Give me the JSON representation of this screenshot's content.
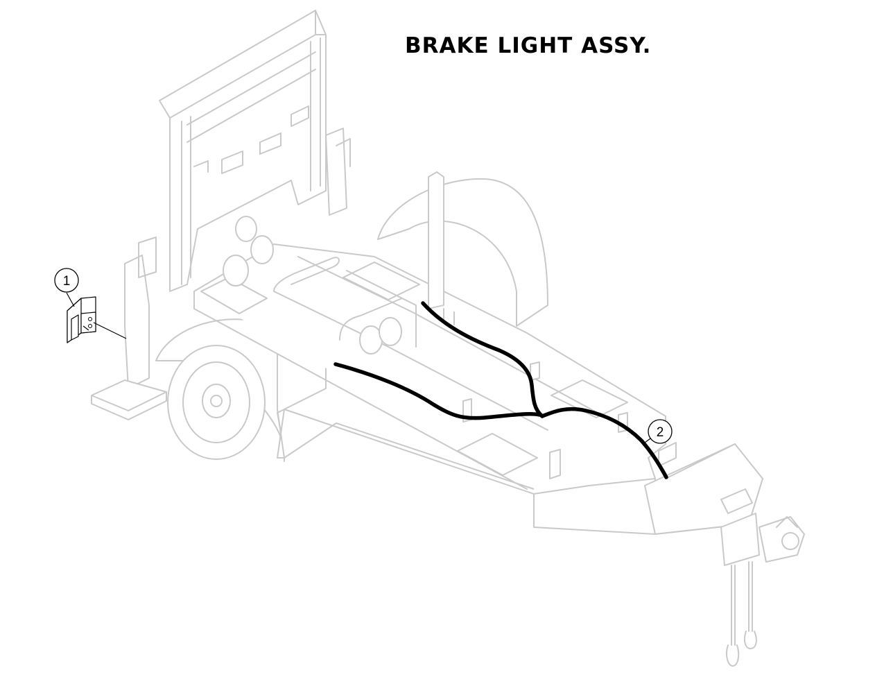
{
  "title": "BRAKE LIGHT ASSY.",
  "callouts": [
    {
      "label": "1",
      "part": "brake-light"
    },
    {
      "label": "2",
      "part": "wiring-harness"
    }
  ],
  "colors": {
    "background": "#ffffff",
    "ghost_line": "#c9c9c9",
    "highlight": "#000000"
  }
}
